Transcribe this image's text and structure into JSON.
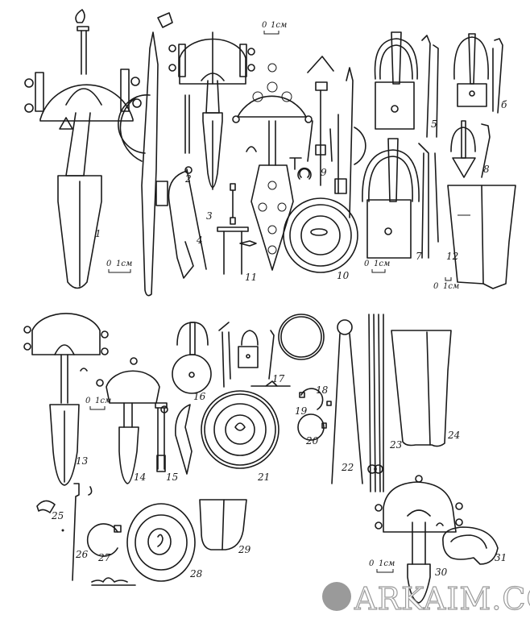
{
  "figure_numbers": [
    "1",
    "2",
    "3",
    "4",
    "5",
    "б",
    "7",
    "8",
    "9",
    "10",
    "11",
    "12",
    "13",
    "14",
    "15",
    "16",
    "17",
    "18",
    "19",
    "20",
    "21",
    "22",
    "23",
    "24",
    "25",
    "26",
    "27",
    "28",
    "29",
    "30",
    "31"
  ],
  "scale_bar": {
    "zero": "0",
    "unit": "1см"
  },
  "watermark": "ARKAIM.CO",
  "colors": {
    "ink": "#1a1a1a",
    "watermark_dot": "#9a9a9a"
  }
}
